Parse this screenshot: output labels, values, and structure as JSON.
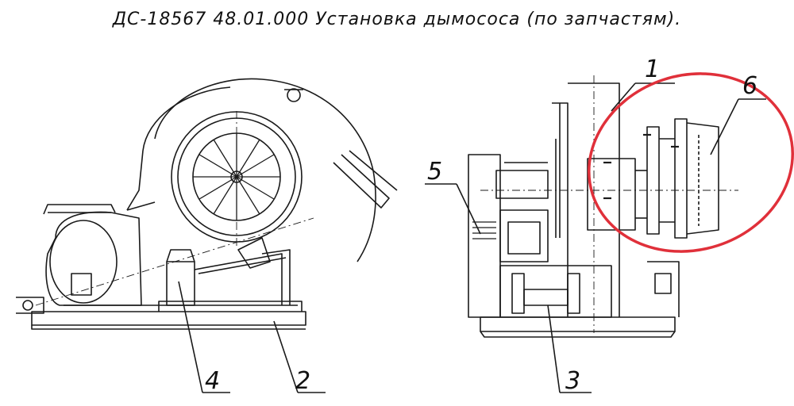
{
  "title": "ДС-18567 48.01.000 Установка дымососа (по запчастям).",
  "callouts": [
    "1",
    "2",
    "3",
    "4",
    "5",
    "6"
  ],
  "colors": {
    "line": "#1a1a1a",
    "highlight": "#e0303a"
  }
}
